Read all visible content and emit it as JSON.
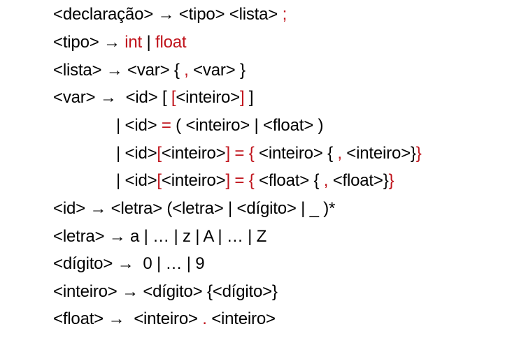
{
  "colors": {
    "text": "#000000",
    "terminal": "#c0141c",
    "background": "#ffffff"
  },
  "lines": [
    {
      "segments": [
        {
          "text": "<declaração> → <tipo> <lista> ",
          "terminal": false
        },
        {
          "text": ";",
          "terminal": true
        }
      ]
    },
    {
      "segments": [
        {
          "text": "<tipo> → ",
          "terminal": false
        },
        {
          "text": "int",
          "terminal": true
        },
        {
          "text": " | ",
          "terminal": false
        },
        {
          "text": "float",
          "terminal": true
        }
      ]
    },
    {
      "segments": [
        {
          "text": "<lista> → <var> { ",
          "terminal": false
        },
        {
          "text": ",",
          "terminal": true
        },
        {
          "text": " <var> }",
          "terminal": false
        }
      ]
    },
    {
      "segments": [
        {
          "text": "<var> →  <id> [ ",
          "terminal": false
        },
        {
          "text": "[",
          "terminal": true
        },
        {
          "text": "<inteiro>",
          "terminal": false
        },
        {
          "text": "]",
          "terminal": true
        },
        {
          "text": " ]",
          "terminal": false
        }
      ]
    },
    {
      "segments": [
        {
          "text": "| <id> ",
          "terminal": false
        },
        {
          "text": "=",
          "terminal": true
        },
        {
          "text": " ( <inteiro> | <float> )",
          "terminal": false
        }
      ]
    },
    {
      "segments": [
        {
          "text": "| <id>",
          "terminal": false
        },
        {
          "text": "[",
          "terminal": true
        },
        {
          "text": "<inteiro>",
          "terminal": false
        },
        {
          "text": "] = {",
          "terminal": true
        },
        {
          "text": " <inteiro> { ",
          "terminal": false
        },
        {
          "text": ",",
          "terminal": true
        },
        {
          "text": " <inteiro>}",
          "terminal": false
        },
        {
          "text": "}",
          "terminal": true
        }
      ]
    },
    {
      "segments": [
        {
          "text": "| <id>",
          "terminal": false
        },
        {
          "text": "[",
          "terminal": true
        },
        {
          "text": "<inteiro>",
          "terminal": false
        },
        {
          "text": "] = {",
          "terminal": true
        },
        {
          "text": " <float> { ",
          "terminal": false
        },
        {
          "text": ",",
          "terminal": true
        },
        {
          "text": " <float>}",
          "terminal": false
        },
        {
          "text": "}",
          "terminal": true
        }
      ]
    },
    {
      "segments": [
        {
          "text": "<id> → <letra> (<letra> | <dígito> | _ )*",
          "terminal": false
        }
      ]
    },
    {
      "segments": [
        {
          "text": "<letra> → a | … | z | A | … | Z",
          "terminal": false
        }
      ]
    },
    {
      "segments": [
        {
          "text": "<dígito> →  0 | … | 9",
          "terminal": false
        }
      ]
    },
    {
      "segments": [
        {
          "text": "<inteiro> → <dígito> {<dígito>}",
          "terminal": false
        }
      ]
    },
    {
      "segments": [
        {
          "text": "<float> →  <inteiro> ",
          "terminal": false
        },
        {
          "text": ".",
          "terminal": true
        },
        {
          "text": " <inteiro>",
          "terminal": false
        }
      ]
    }
  ]
}
